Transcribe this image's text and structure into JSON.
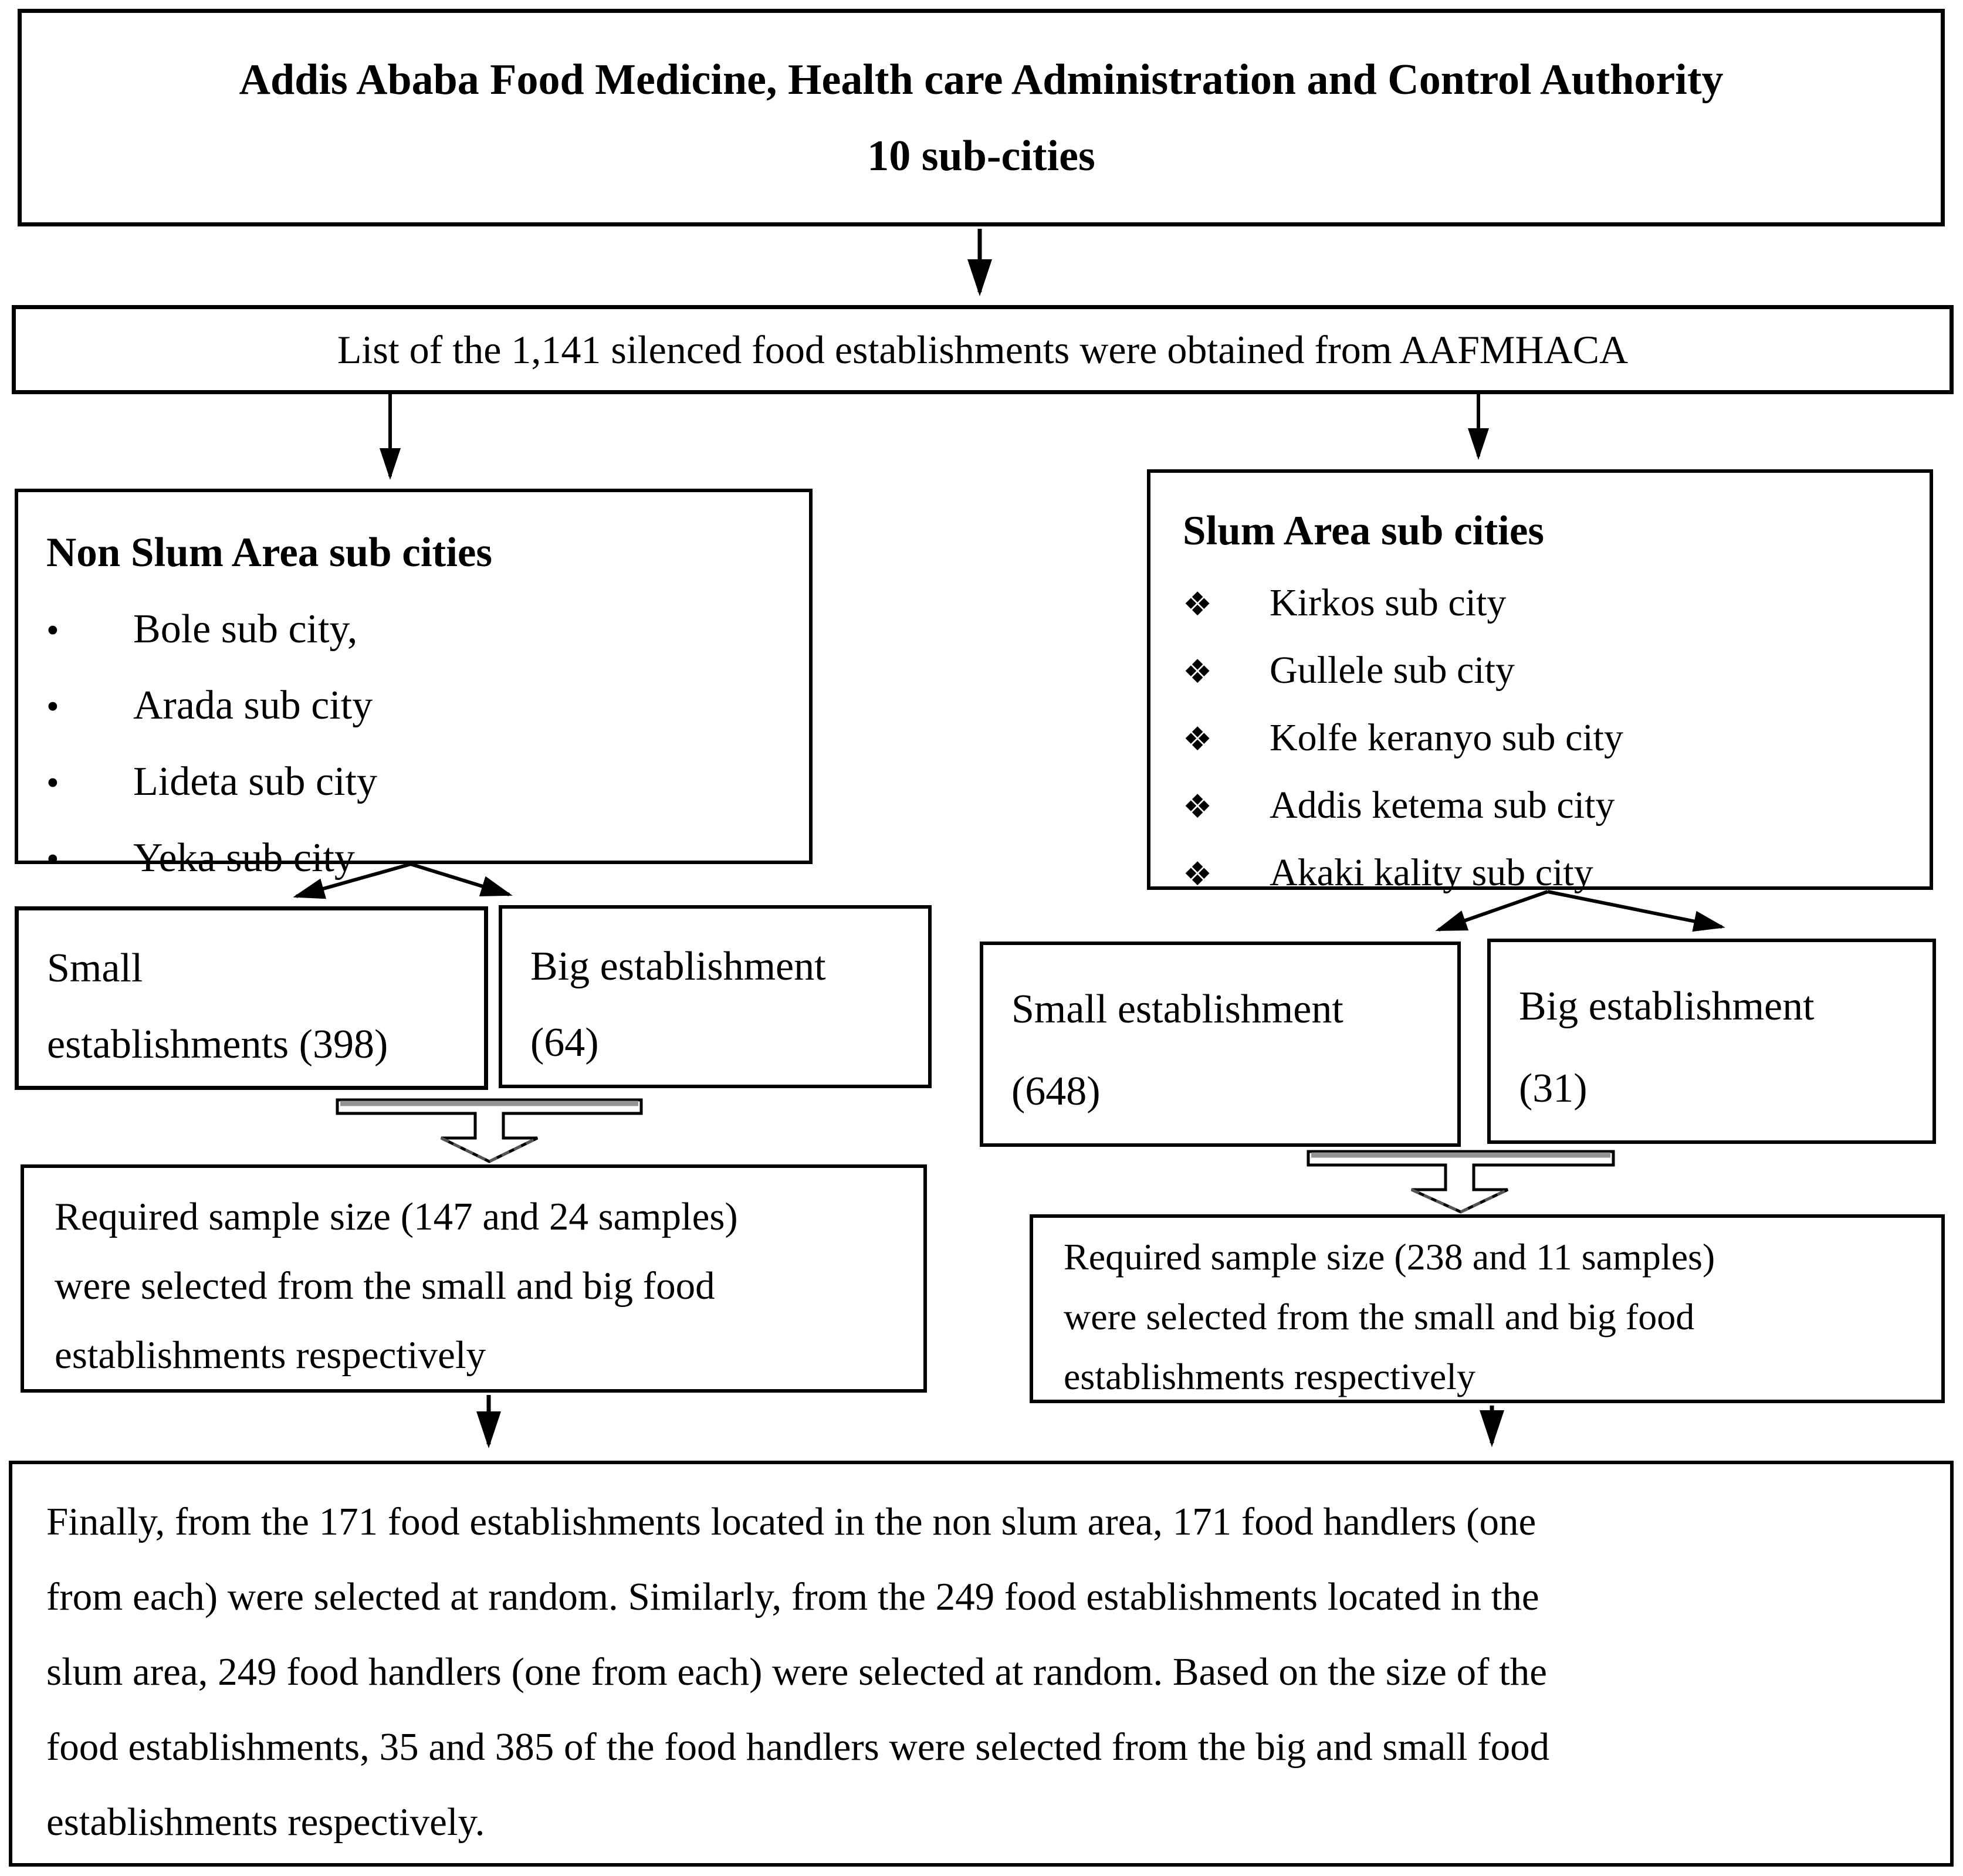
{
  "title_box": {
    "line1": "Addis Ababa Food Medicine, Health care Administration and Control Authority",
    "line2": "10 sub-cities"
  },
  "source_box": {
    "text": "List of the 1,141 silenced food establishments were obtained from AAFMHACA"
  },
  "non_slum": {
    "title": "Non Slum Area sub cities",
    "bullet": "•",
    "items": [
      "Bole sub city,",
      "Arada sub city",
      "Lideta sub city",
      "Yeka sub city"
    ]
  },
  "slum": {
    "title": "Slum Area sub cities",
    "bullet": "❖",
    "items": [
      "Kirkos sub city",
      "Gullele sub city",
      "Kolfe keranyo sub city",
      "Addis ketema sub city",
      "Akaki kality sub city"
    ]
  },
  "non_slum_small": {
    "lines": [
      "Small",
      "establishments (398)"
    ]
  },
  "non_slum_big": {
    "lines": [
      "Big establishment",
      "(64)"
    ]
  },
  "slum_small": {
    "lines": [
      "Small establishment",
      "(648)"
    ]
  },
  "slum_big": {
    "lines": [
      "Big establishment",
      "(31)"
    ]
  },
  "non_slum_sample": {
    "lines": [
      "Required sample size (147 and 24 samples)",
      "were selected from the small and big food",
      "establishments respectively"
    ]
  },
  "slum_sample": {
    "lines": [
      "Required sample size (238 and 11 samples)",
      "were selected from the small and big food",
      "establishments respectively"
    ]
  },
  "final_box": {
    "lines": [
      "Finally, from the 171 food establishments located in the non slum area, 171 food handlers (one",
      "from each) were selected at random. Similarly, from the 249 food establishments located in the",
      "slum area, 249 food handlers (one from each) were selected at random. Based on the size of the",
      "food establishments, 35 and 385 of the food handlers were selected from the big and small food",
      "establishments respectively."
    ]
  },
  "colors": {
    "line": "#000000",
    "connector_shade": "#949494",
    "background": "#ffffff"
  }
}
